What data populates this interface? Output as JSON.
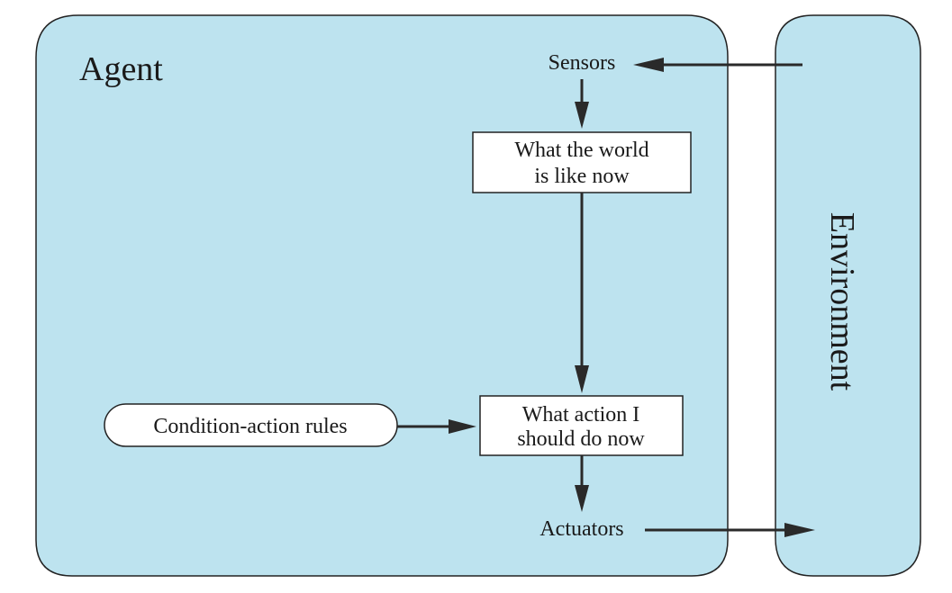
{
  "colors": {
    "panel_fill": "#bde3ef",
    "stroke": "#222222",
    "arrow": "#2a2a2a",
    "box_fill": "#ffffff"
  },
  "agent": {
    "title": "Agent"
  },
  "environment": {
    "title": "Environment"
  },
  "labels": {
    "sensors": "Sensors",
    "actuators": "Actuators"
  },
  "boxes": {
    "world_now": {
      "line1": "What the world",
      "line2": "is like now"
    },
    "action_now": {
      "line1": "What action I",
      "line2": "should do now"
    },
    "rules": {
      "text": "Condition-action rules"
    }
  }
}
